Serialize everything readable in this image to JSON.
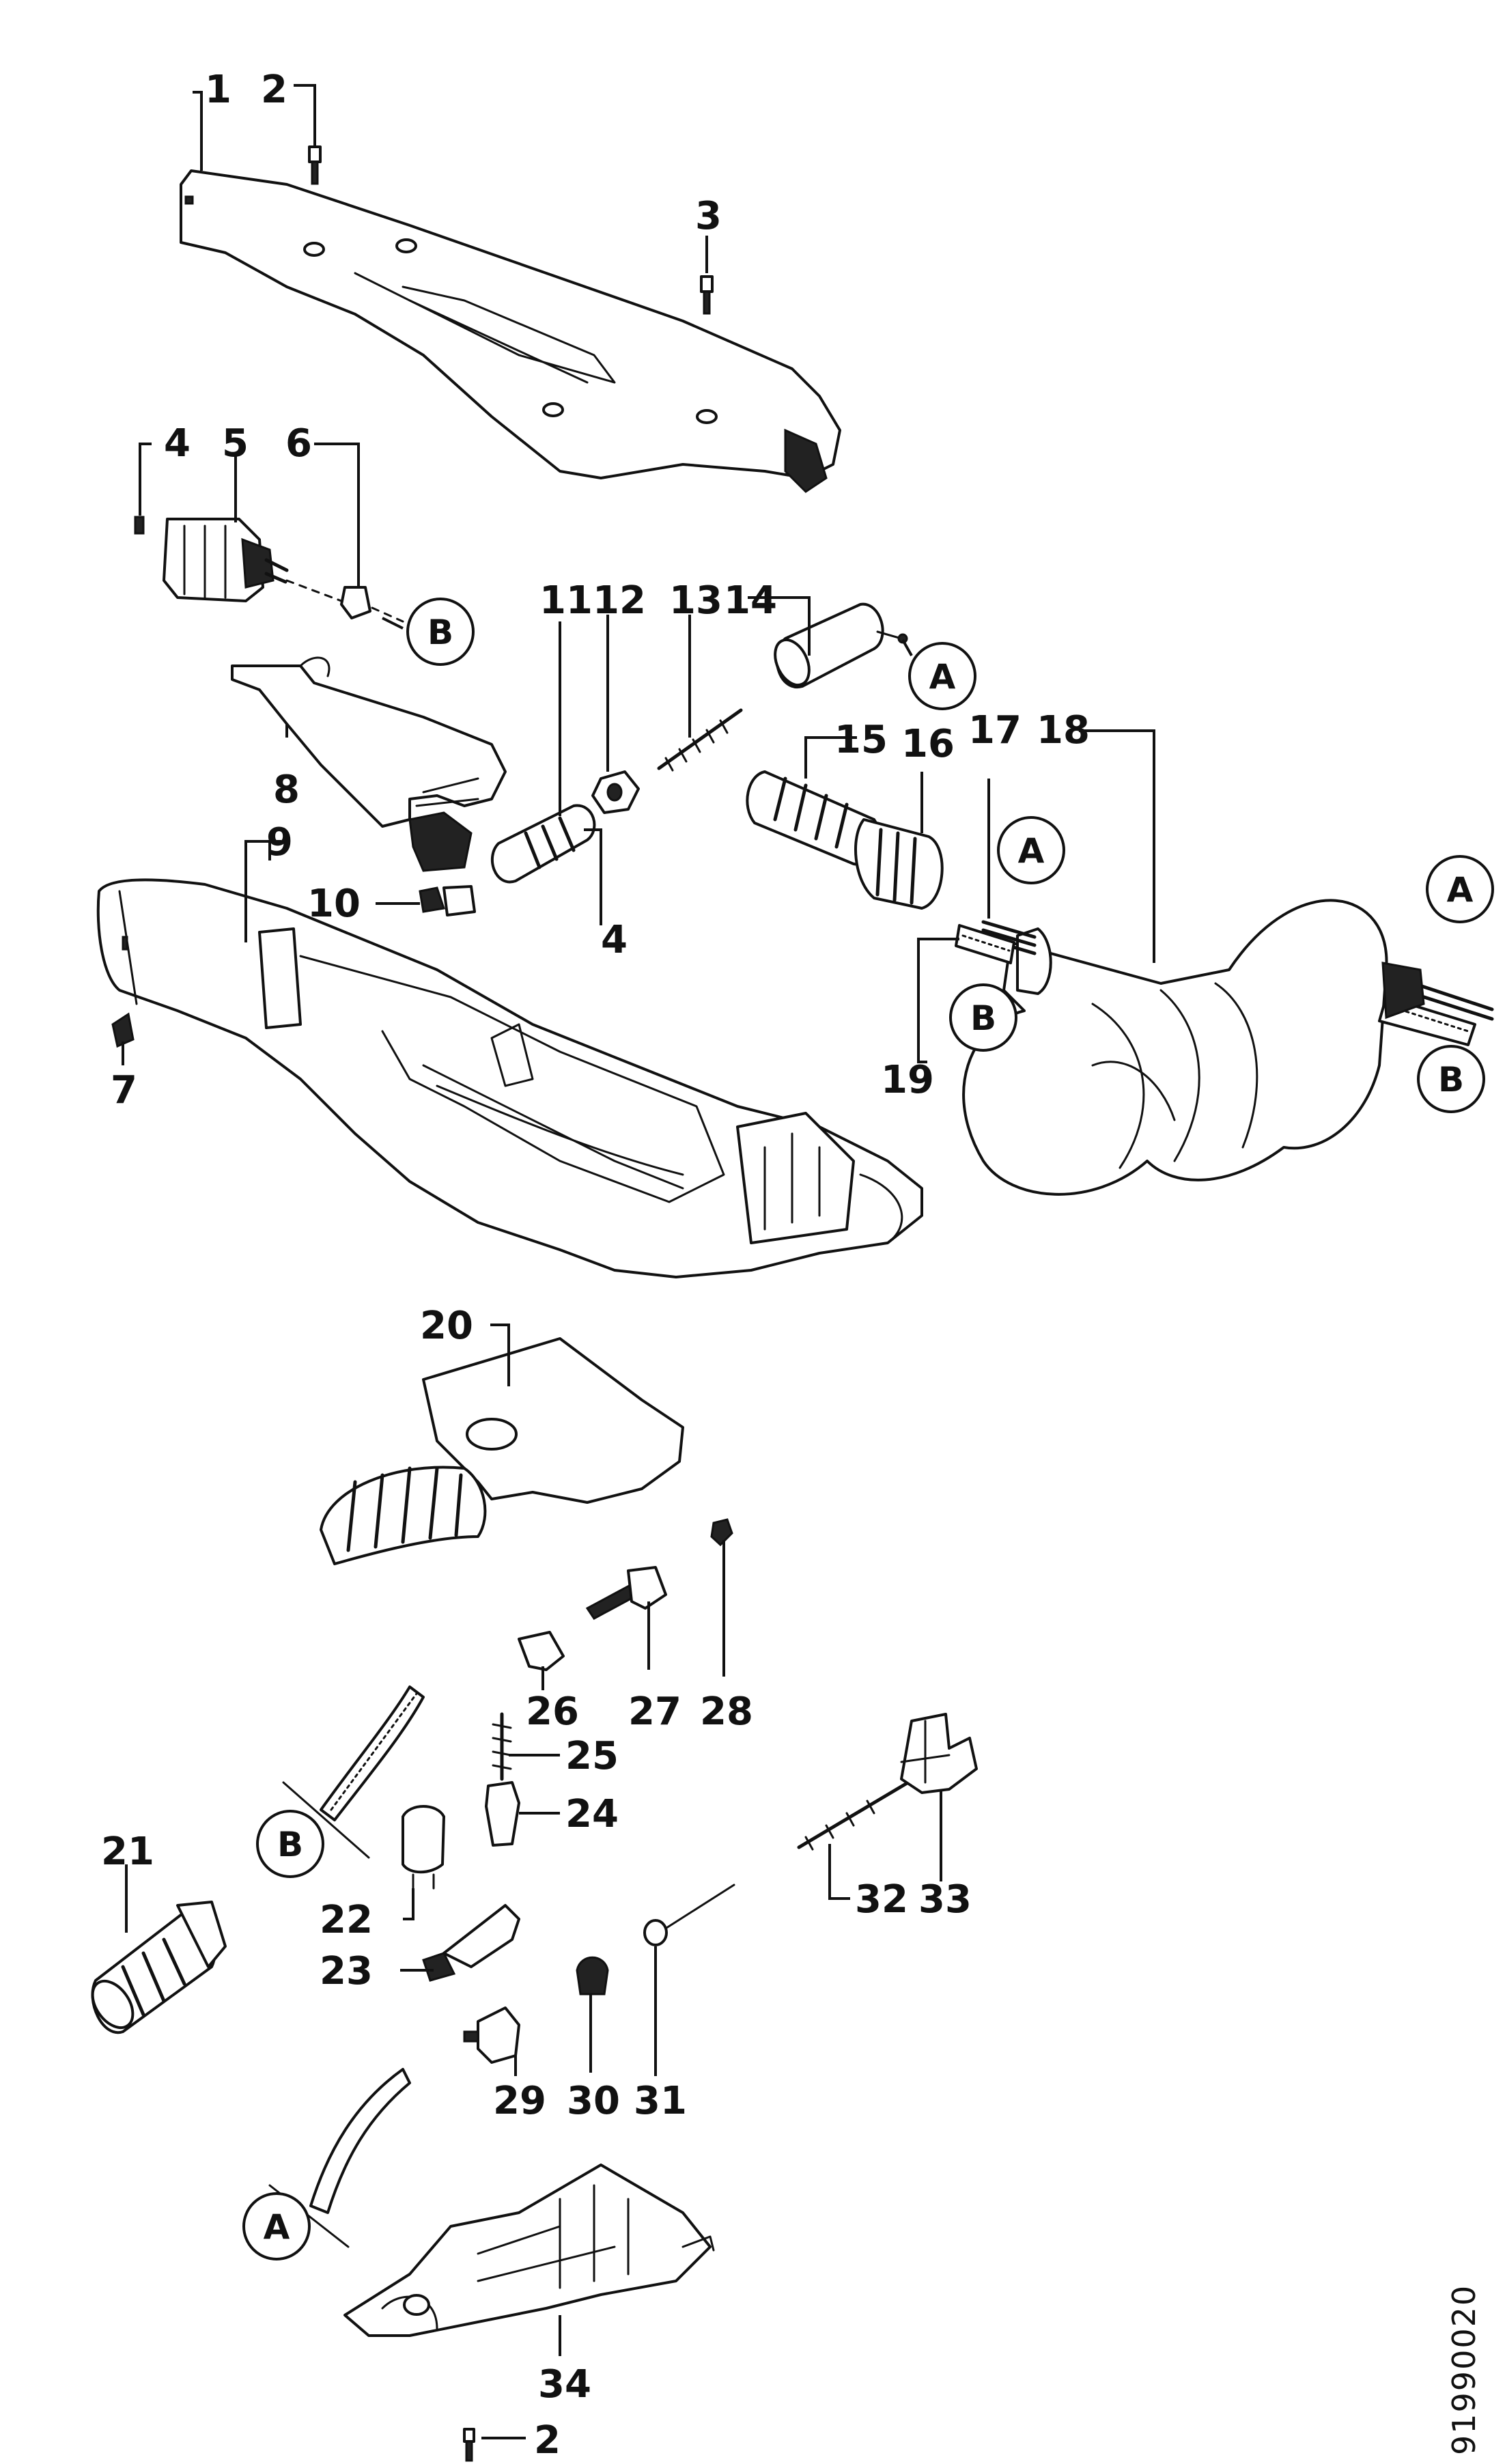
{
  "callouts": [
    {
      "label": "1"
    },
    {
      "label": "2"
    },
    {
      "label": "3"
    },
    {
      "label": "4"
    },
    {
      "label": "5"
    },
    {
      "label": "6"
    },
    {
      "label": "7"
    },
    {
      "label": "8"
    },
    {
      "label": "9"
    },
    {
      "label": "10"
    },
    {
      "label": "11"
    },
    {
      "label": "12"
    },
    {
      "label": "13"
    },
    {
      "label": "14"
    },
    {
      "label": "15"
    },
    {
      "label": "16"
    },
    {
      "label": "17"
    },
    {
      "label": "18"
    },
    {
      "label": "19"
    },
    {
      "label": "20"
    },
    {
      "label": "21"
    },
    {
      "label": "22"
    },
    {
      "label": "23"
    },
    {
      "label": "24"
    },
    {
      "label": "25"
    },
    {
      "label": "26"
    },
    {
      "label": "27"
    },
    {
      "label": "28"
    },
    {
      "label": "29"
    },
    {
      "label": "30"
    },
    {
      "label": "31"
    },
    {
      "label": "32"
    },
    {
      "label": "33"
    },
    {
      "label": "34"
    },
    {
      "label": "4"
    },
    {
      "label": "2"
    }
  ],
  "references": {
    "a": "A",
    "b": "B"
  },
  "document_number": "91990020",
  "icons": [
    "exploded-parts-diagram"
  ]
}
